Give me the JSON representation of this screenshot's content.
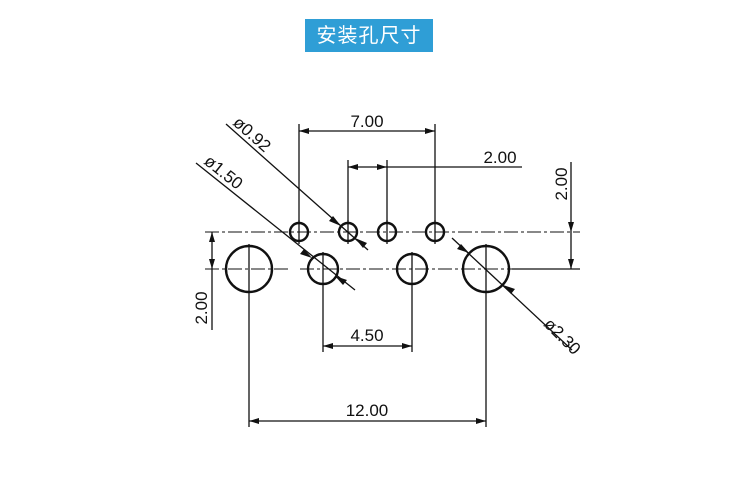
{
  "title": "安装孔尺寸",
  "colors": {
    "banner": "#2f9ed6",
    "line": "#111111",
    "background": "#ffffff"
  },
  "dimensions": {
    "small_hole_pitch_span": "7.00",
    "small_hole_pitch": "2.00",
    "row_offset": "2.00",
    "left_offset": "2.00",
    "mid_hole_span": "4.50",
    "overall_span": "12.00",
    "small_hole_dia": "ø0.92",
    "mid_hole_dia": "ø1.50",
    "large_hole_dia": "ø2.30"
  }
}
